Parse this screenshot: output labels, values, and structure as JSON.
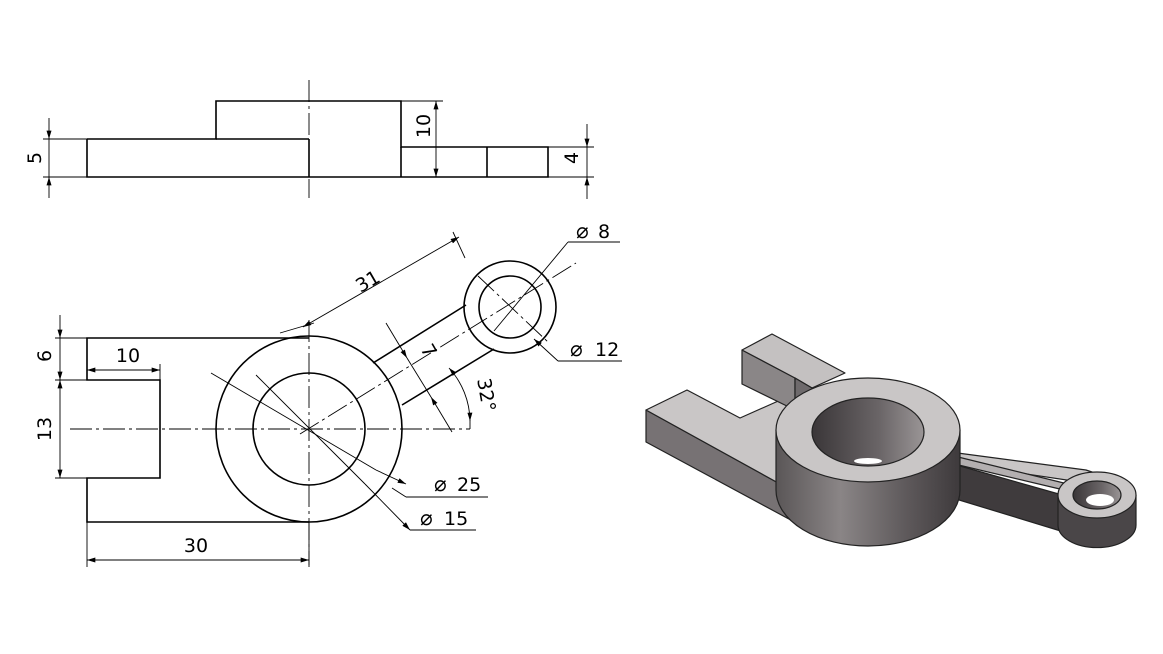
{
  "front_view": {
    "dims": {
      "base_height": "5",
      "boss_height": "10",
      "arm_height": "4"
    }
  },
  "top_view": {
    "dims": {
      "length_30": "30",
      "slot_width": "10",
      "top_6": "6",
      "slot_13": "13",
      "arm_len": "31",
      "arm_width": "7",
      "angle": "32°",
      "dia_8": "8",
      "dia_12": "12",
      "dia_25": "25",
      "dia_15": "15"
    },
    "diameter_symbol": "⌀"
  },
  "iso_view": {
    "colors": {
      "top": "#c9c6c6",
      "side": "#777274",
      "dark": "#3f3b3d",
      "edge": "#222222"
    }
  }
}
